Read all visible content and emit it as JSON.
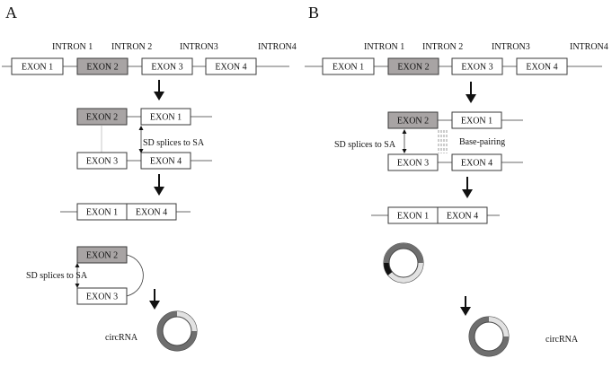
{
  "panels": {
    "a": {
      "label": "A",
      "introns": [
        "INTRON 1",
        "INTRON 2",
        "INTRON3",
        "INTRON4"
      ],
      "exons": {
        "e1": "EXON 1",
        "e2": "EXON 2",
        "e3": "EXON 3",
        "e4": "EXON 4"
      },
      "sd_note_1": "SD splices to SA",
      "sd_note_2": "SD splices to SA",
      "circrna_label": "circRNA"
    },
    "b": {
      "label": "B",
      "introns": [
        "INTRON 1",
        "INTRON 2",
        "INTRON3",
        "INTRON4"
      ],
      "exons": {
        "e1": "EXON 1",
        "e2": "EXON 2",
        "e3": "EXON 3",
        "e4": "EXON 4"
      },
      "sd_note": "SD splices to SA",
      "base_pairing": "Base-pairing",
      "circrna_label": "circRNA"
    }
  },
  "colors": {
    "shaded_exon": "#a8a4a4",
    "circle_dark": "#6e6e6e",
    "circle_light": "#e2e2e2"
  }
}
